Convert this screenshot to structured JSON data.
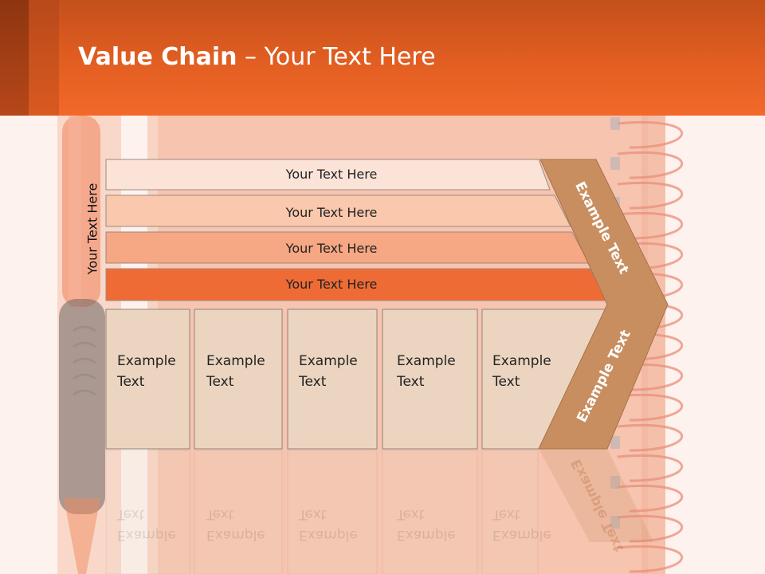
{
  "slide": {
    "title_bold": "Value Chain",
    "title_rest": " – Your Text Here"
  },
  "diagram": {
    "side_label": "Your Text Here",
    "rows": [
      {
        "label": "Your Text Here",
        "color": "#fce3d8"
      },
      {
        "label": "Your Text Here",
        "color": "#f9c8ad"
      },
      {
        "label": "Your Text Here",
        "color": "#f6a783"
      },
      {
        "label": "Your Text Here",
        "color": "#ef6b36"
      }
    ],
    "columns": [
      {
        "line1": "Example",
        "line2": "Text"
      },
      {
        "line1": "Example",
        "line2": "Text"
      },
      {
        "line1": "Example",
        "line2": "Text"
      },
      {
        "line1": "Example",
        "line2": "Text"
      },
      {
        "line1": "Example",
        "line2": "Text"
      }
    ],
    "chevron_top": "Example Text",
    "chevron_bottom": "Example Text",
    "colors": {
      "column_fill": "#ecd5c0",
      "chevron_fill": "#c98e5f",
      "header_orange": "#e35e22"
    }
  }
}
